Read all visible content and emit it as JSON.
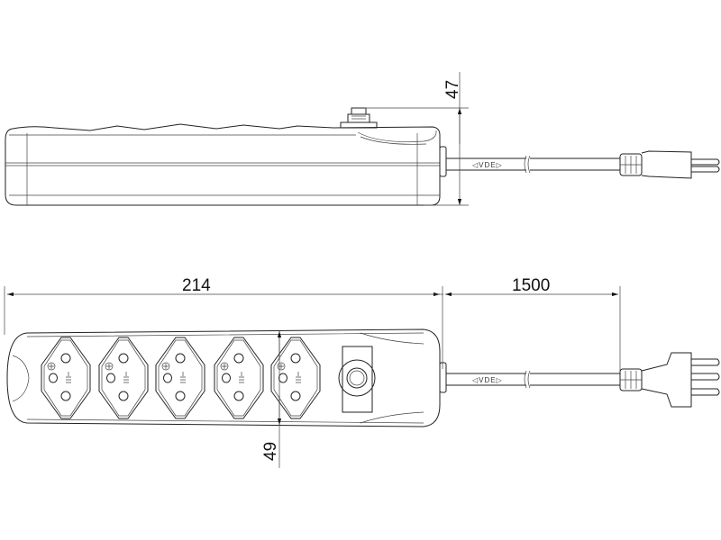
{
  "title": "5-way power strip dimension drawing",
  "dimensions": {
    "height_side": "47",
    "length": "214",
    "cord_length": "1500",
    "width": "49"
  },
  "cord_marking": "◁VDE▷",
  "socket_count": 5,
  "colors": {
    "line": "#222222",
    "background": "#ffffff"
  }
}
